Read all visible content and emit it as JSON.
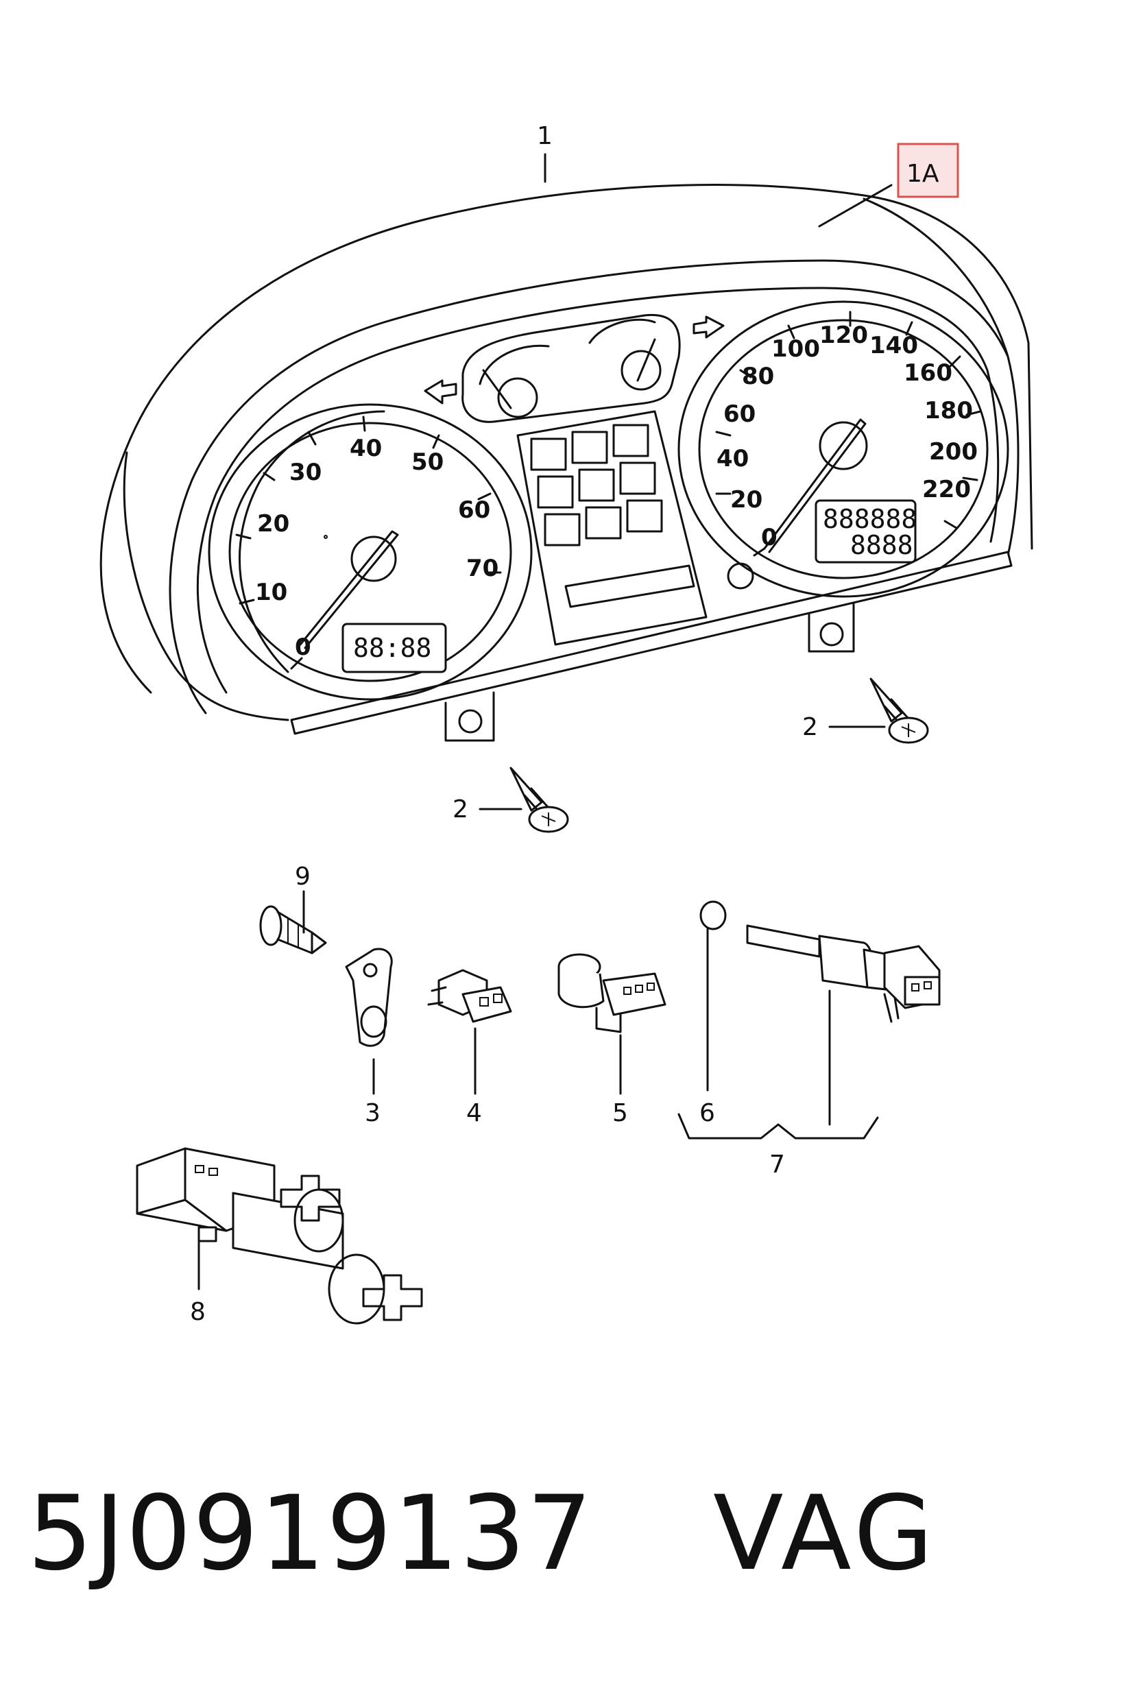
{
  "callouts": {
    "c1": "1",
    "c1a": "1A",
    "c2a": "2",
    "c2b": "2",
    "c3": "3",
    "c4": "4",
    "c5": "5",
    "c6": "6",
    "c7": "7",
    "c8": "8",
    "c9": "9"
  },
  "left_dial": {
    "labels": [
      "0",
      "10",
      "20",
      "30",
      "40",
      "50",
      "60",
      "70"
    ],
    "display": "88:88"
  },
  "right_dial": {
    "labels": [
      "0",
      "20",
      "40",
      "60",
      "80",
      "100",
      "120",
      "140",
      "160",
      "180",
      "200",
      "220"
    ],
    "display_line1": "888888",
    "display_line2": "8888"
  },
  "highlight_color": "#d9534f",
  "footer": {
    "part_number": "5J0919137",
    "brand": "VAG"
  }
}
